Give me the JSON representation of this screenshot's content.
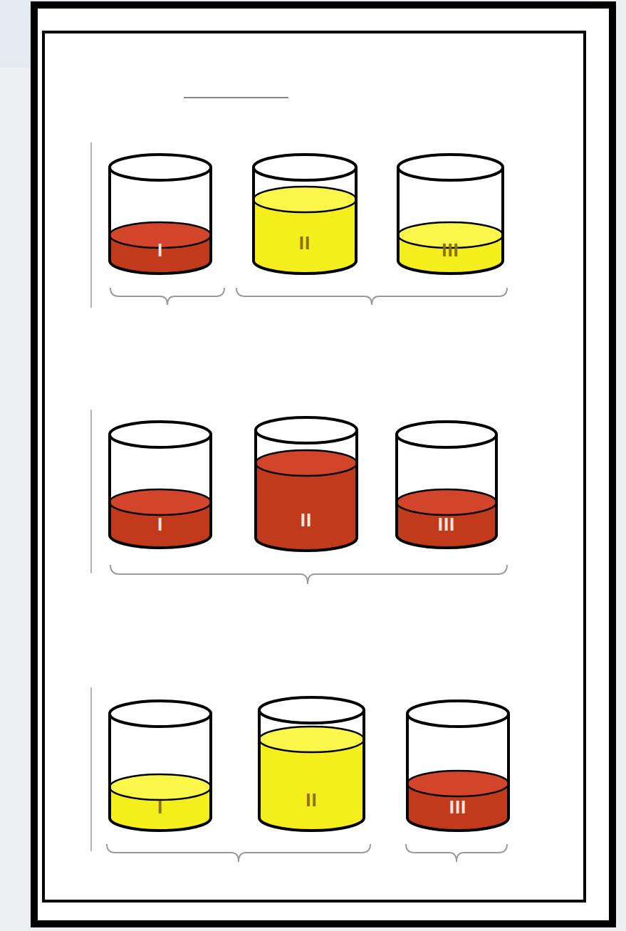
{
  "diagram": {
    "nodes": [
      {
        "text": [
          "I"
        ]
      },
      {
        "text": [
          "II"
        ]
      },
      {
        "text": [
          "III"
        ]
      },
      {
        "text": [
          "I"
        ]
      },
      {
        "text": [
          "II"
        ]
      },
      {
        "text": [
          "III"
        ]
      },
      {
        "text": [
          "I"
        ]
      },
      {
        "text": [
          "II"
        ]
      },
      {
        "text": [
          "III"
        ]
      }
    ]
  }
}
